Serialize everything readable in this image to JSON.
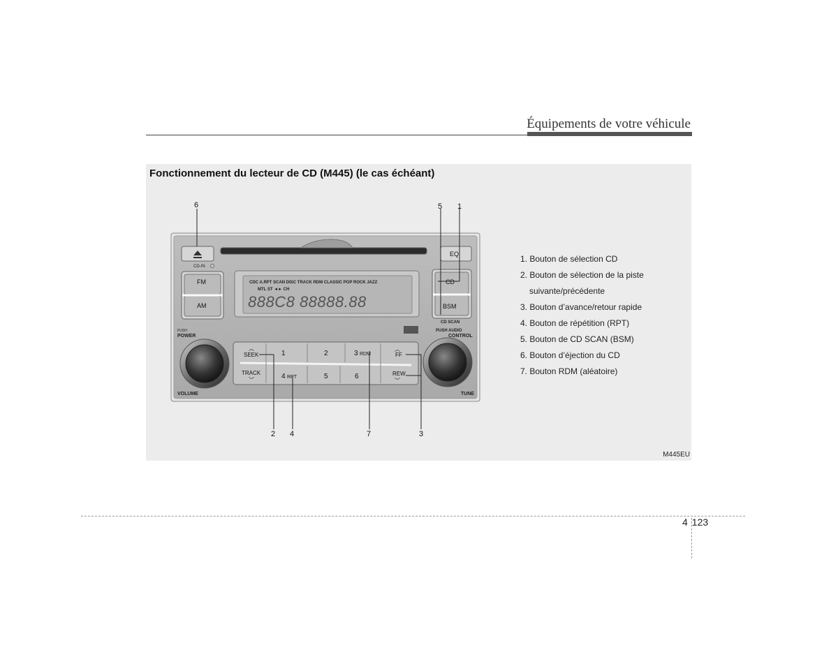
{
  "header": {
    "title": "Équipements de votre véhicule"
  },
  "panel": {
    "title": "Fonctionnement du lecteur de CD (M445) (le cas échéant)",
    "figure_code": "M445EU"
  },
  "legend": [
    "1. Bouton de sélection CD",
    "2. Bouton de sélection de la piste",
    "suivante/précédente",
    "3. Bouton d’avance/retour rapide",
    "4. Bouton de répétition (RPT)",
    "5. Bouton de CD SCAN (BSM)",
    "6. Bouton d’éjection du CD",
    "7. Bouton RDM (aléatoire)"
  ],
  "radio": {
    "cd_in": "CD-IN",
    "fm": "FM",
    "am": "AM",
    "eq": "EQ",
    "cd": "CD",
    "bsm": "BSM",
    "cd_scan": "CD SCAN",
    "push_power_top": "PUSH",
    "push_power_bottom": "POWER",
    "push_audio": "PUSH AUDIO",
    "control": "CONTROL",
    "volume": "VOLUME",
    "tune": "TUNE",
    "seek": "SEEK",
    "track": "TRACK",
    "ff": "FF",
    "rew": "REW",
    "preset_1": "1",
    "preset_2": "2",
    "preset_3": "3",
    "preset_3_sub": "RDM",
    "preset_4": "4",
    "preset_4_sub": "RPT",
    "preset_5": "5",
    "preset_6": "6",
    "display_row1": "CDC A.RPT SCAN DISC   TRACK RDM CLASSIC POP   ROCK JAZZ",
    "display_row2": "MTL ST ◄► CH",
    "display_digits": "888C8 88888.88"
  },
  "callouts": {
    "c1": "1",
    "c2": "2",
    "c3": "3",
    "c4": "4",
    "c5": "5",
    "c6": "6",
    "c7": "7"
  },
  "page": {
    "chapter": "4",
    "number": "123"
  }
}
